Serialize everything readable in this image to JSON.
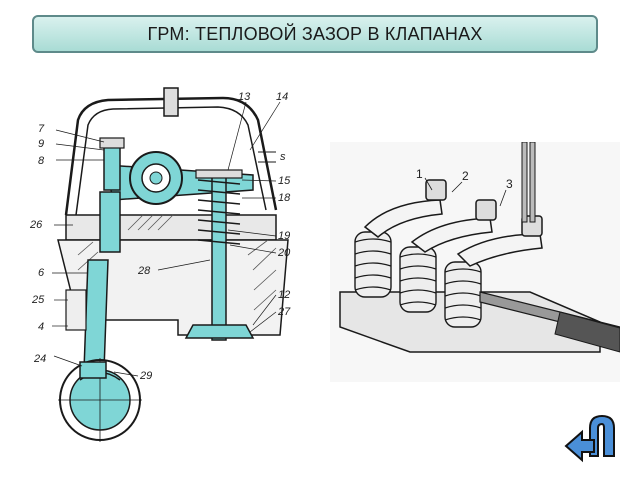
{
  "title": "ГРМ: ТЕПЛОВОЙ ЗАЗОР В КЛАПАНАХ",
  "left_diagram": {
    "labels": [
      "7",
      "9",
      "8",
      "26",
      "6",
      "25",
      "4",
      "24",
      "13",
      "14",
      "15",
      "18",
      "19",
      "20",
      "28",
      "12",
      "27",
      "29"
    ],
    "gap_symbol": "s",
    "colors": {
      "part_fill": "#7fd6d6",
      "line": "#1a1a1a"
    }
  },
  "right_diagram": {
    "labels": [
      "1",
      "2",
      "3"
    ]
  },
  "back_button": {
    "icon": "return-arrow-icon",
    "colors": {
      "fill": "#4a8fd8",
      "outline": "#111111"
    }
  }
}
